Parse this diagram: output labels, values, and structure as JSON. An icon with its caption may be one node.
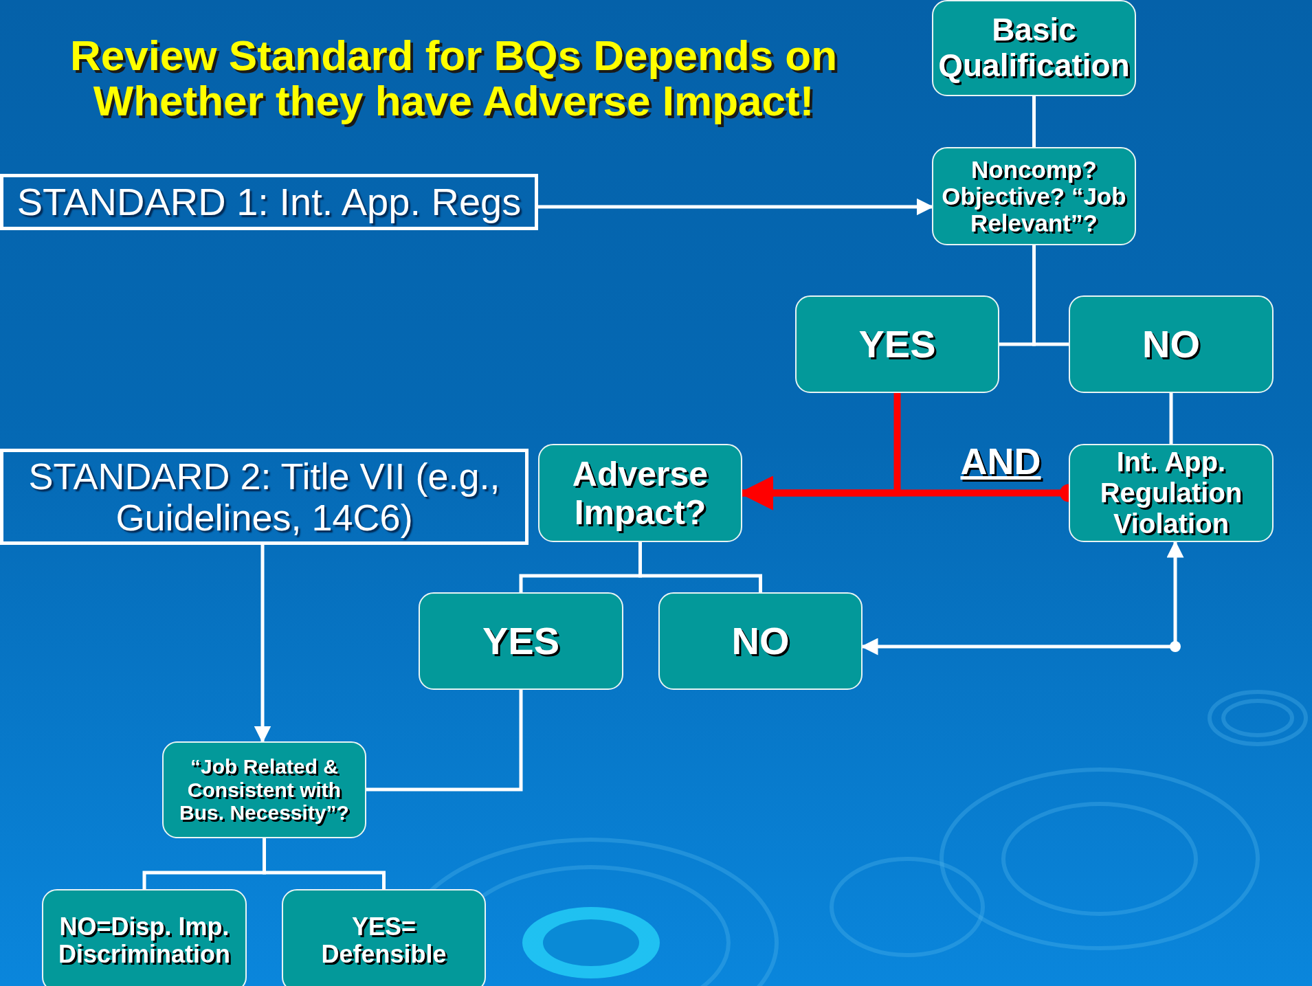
{
  "diagram": {
    "title": "Review Standard for BQs Depends on Whether they have Adverse Impact!",
    "nodes": [
      {
        "text": [
          "Basic Qualification"
        ]
      },
      {
        "text": [
          "Noncomp? Objective? “Job Relevant”?"
        ]
      },
      {
        "text": [
          "STANDARD 1: Int. App. Regs"
        ]
      },
      {
        "text": [
          "YES"
        ]
      },
      {
        "text": [
          "NO"
        ]
      },
      {
        "text": [
          "STANDARD 2: Title VII (e.g., Guidelines, 14C6)"
        ]
      },
      {
        "text": [
          "Adverse Impact?"
        ]
      },
      {
        "text": [
          "Int. App. Regulation Violation"
        ]
      },
      {
        "text": [
          "YES"
        ]
      },
      {
        "text": [
          "NO"
        ]
      },
      {
        "text": [
          "“Job Related & Consistent with Bus. Necessity”?"
        ]
      },
      {
        "text": [
          "NO=Disp. Imp. Discrimination"
        ]
      },
      {
        "text": [
          "YES= Defensible"
        ]
      }
    ],
    "edges": [
      {
        "from": 0,
        "to": 1,
        "arrow": "none"
      },
      {
        "from": 1,
        "to": 3,
        "arrow": "none"
      },
      {
        "from": 1,
        "to": 4,
        "arrow": "none"
      },
      {
        "from": 2,
        "to": 1,
        "arrow": "to"
      },
      {
        "from": 3,
        "to": 6,
        "arrow": "to",
        "style": "thick",
        "color": "#ff0000"
      },
      {
        "from": 7,
        "to": 6,
        "arrow": "to",
        "label": "AND",
        "style": "thick",
        "color": "#ff0000"
      },
      {
        "from": 4,
        "to": 7,
        "arrow": "none"
      },
      {
        "from": 6,
        "to": 8,
        "arrow": "none"
      },
      {
        "from": 6,
        "to": 9,
        "arrow": "none"
      },
      {
        "from": 9,
        "to": 7,
        "arrow": "both"
      },
      {
        "from": 5,
        "to": 10,
        "arrow": "to"
      },
      {
        "from": 8,
        "to": 10,
        "arrow": "none"
      },
      {
        "from": 10,
        "to": 11,
        "arrow": "none"
      },
      {
        "from": 10,
        "to": 12,
        "arrow": "none"
      }
    ]
  }
}
